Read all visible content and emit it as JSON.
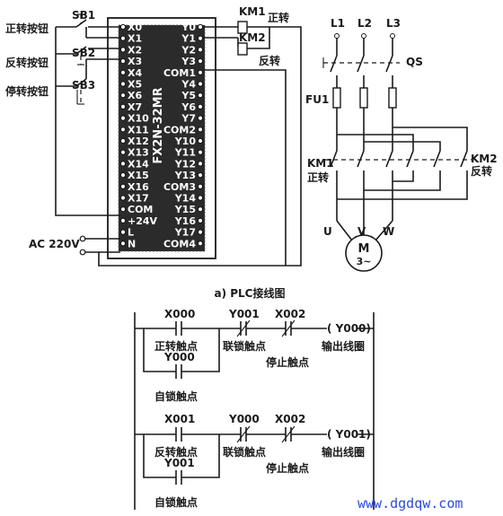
{
  "wiring": {
    "sb1": "SB1",
    "sb2": "SB2",
    "sb3": "SB3",
    "forward_btn": "正转按钮",
    "reverse_btn": "反转按钮",
    "stop_btn": "停转按钮",
    "ac_source": "AC 220V",
    "plc_model": "FX2N-32MR",
    "inputs": [
      "X0",
      "X1",
      "X2",
      "X3",
      "X4",
      "X5",
      "X6",
      "X7",
      "X10",
      "X11",
      "X12",
      "X13",
      "X14",
      "X15",
      "X16",
      "X17",
      "COM",
      "+24V",
      "L",
      "N"
    ],
    "outputs": [
      "Y0",
      "Y1",
      "Y2",
      "Y3",
      "COM1",
      "Y4",
      "Y5",
      "Y6",
      "Y7",
      "COM2",
      "Y10",
      "Y11",
      "Y12",
      "Y13",
      "COM3",
      "Y14",
      "Y15",
      "Y16",
      "Y17",
      "COM4"
    ],
    "km1": "KM1",
    "km2": "KM2",
    "forward": "正转",
    "reverse": "反转"
  },
  "power": {
    "l1": "L1",
    "l2": "L2",
    "l3": "L3",
    "qs": "QS",
    "fu1": "FU1",
    "km1": "KM1",
    "km1_label": "正转",
    "km2": "KM2",
    "km2_label": "反转",
    "u": "U",
    "v": "V",
    "w": "W",
    "motor_m": "M",
    "motor_phase": "3~"
  },
  "caption": "a) PLC接线图",
  "ladder": {
    "rung1": {
      "x000": "X000",
      "x000_label": "正转触点",
      "y001": "Y001",
      "y001_label": "联锁触点",
      "x002": "X002",
      "x002_label": "停止触点",
      "coil": "( Y000)",
      "coil_label": "输出线圈",
      "y000": "Y000",
      "y000_label": "自锁触点"
    },
    "rung2": {
      "x001": "X001",
      "x001_label": "反转触点",
      "y000": "Y000",
      "y000_label": "联锁触点",
      "x002": "X002",
      "x002_label": "停止触点",
      "coil": "( Y001)",
      "coil_label": "输出线圈",
      "y001": "Y001",
      "y001_label": "自锁触点"
    }
  },
  "watermark": "www.dgdqw.com"
}
